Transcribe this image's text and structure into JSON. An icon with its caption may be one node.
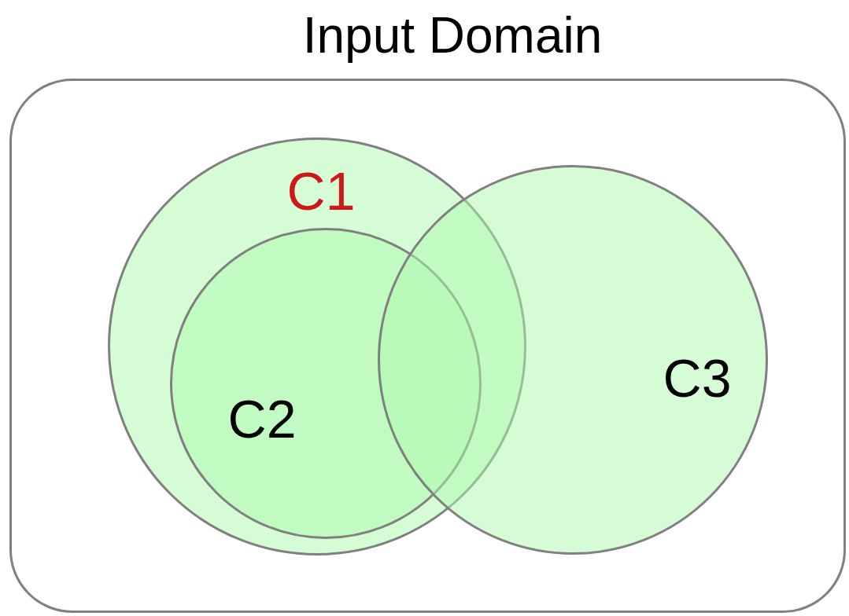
{
  "diagram": {
    "nodes": [
      {
        "text": [
          "Input Domain"
        ]
      },
      {
        "text": [
          "C1"
        ],
        "in": 0
      },
      {
        "text": [
          "C2"
        ],
        "in": 1
      },
      {
        "text": [
          "C3"
        ],
        "in": 0
      }
    ]
  }
}
